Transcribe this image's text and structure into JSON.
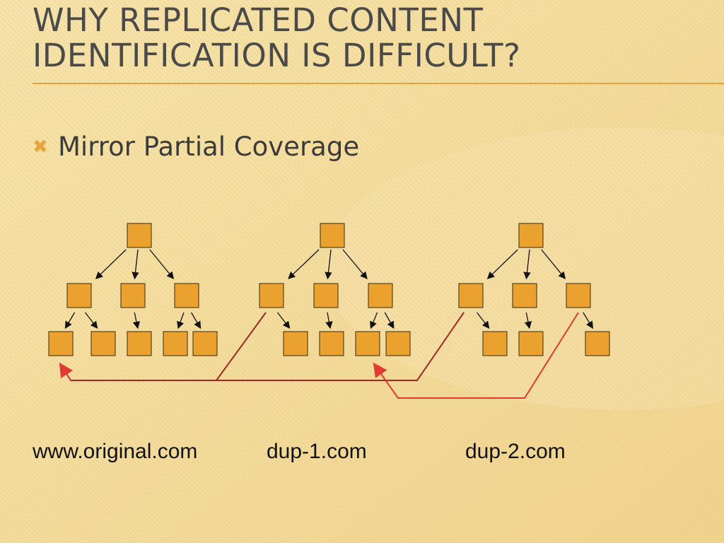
{
  "slide": {
    "title": "WHY REPLICATED CONTENT IDENTIFICATION IS DIFFICULT?",
    "bullet": "Mirror Partial Coverage",
    "bullet_icon": "x-mark-bullet-icon"
  },
  "sites": [
    {
      "label": "www.original.com"
    },
    {
      "label": "dup-1.com"
    },
    {
      "label": "dup-2.com"
    }
  ],
  "colors": {
    "background": "#f4dc9c",
    "node_fill": "#eba12e",
    "node_stroke": "#3a2a10",
    "accent": "#e8a33a",
    "mirror_link_dark": "#a02a22",
    "mirror_link_light": "#e23a32"
  }
}
